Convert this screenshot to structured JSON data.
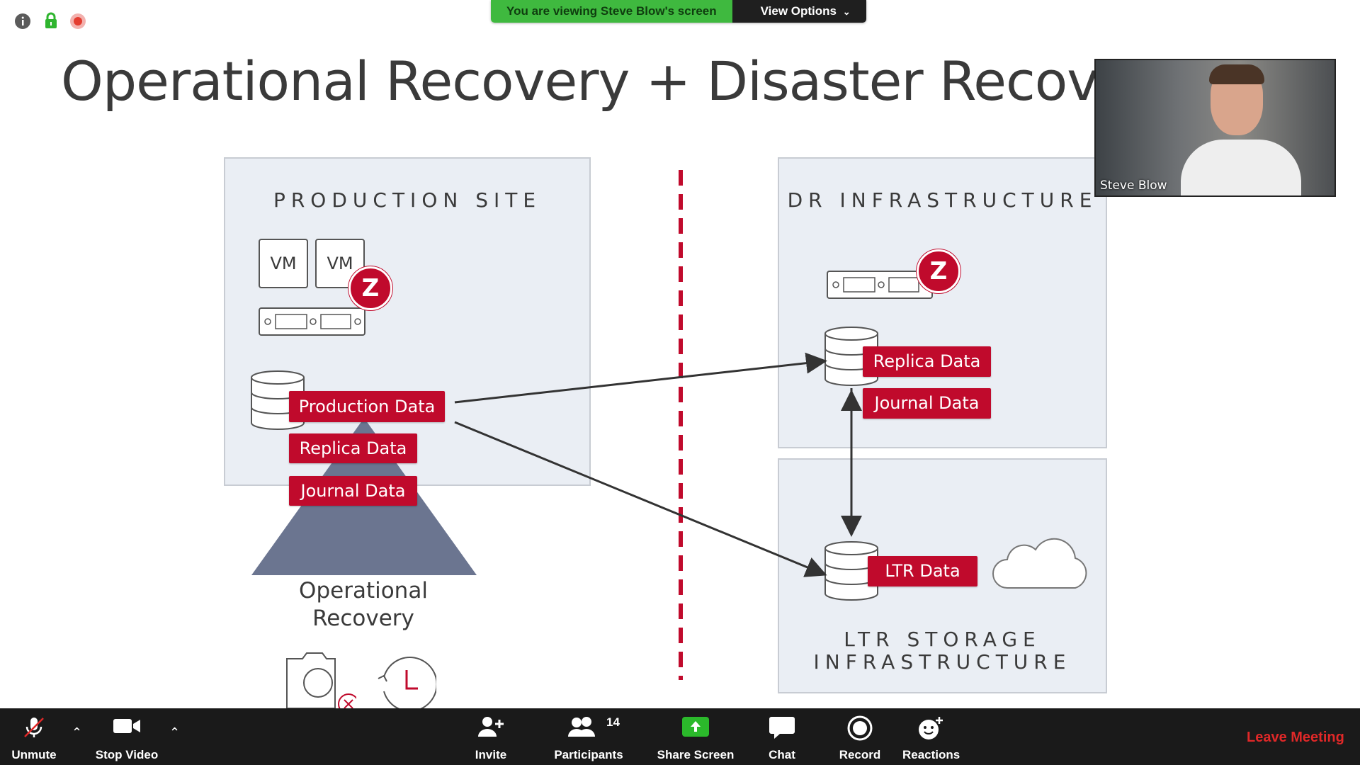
{
  "header": {
    "info_icon": "info-icon",
    "lock_icon": "lock-icon",
    "recording_icon": "recording-indicator-icon",
    "banner_text": "You are viewing Steve Blow's screen",
    "view_options_label": "View Options"
  },
  "slide": {
    "title": "Operational Recovery + Disaster Recovery wit",
    "production_site": {
      "title": "PRODUCTION SITE",
      "vm1": "VM",
      "vm2": "VM",
      "badge": "Z",
      "tags": [
        "Production Data",
        "Replica Data",
        "Journal Data"
      ],
      "pyramid_caption_line1": "Operational",
      "pyramid_caption_line2": "Recovery"
    },
    "dr_infrastructure": {
      "title": "DR INFRASTRUCTURE",
      "badge": "Z",
      "tags": [
        "Replica Data",
        "Journal Data"
      ]
    },
    "ltr_storage": {
      "title_line1": "LTR STORAGE",
      "title_line2": "INFRASTRUCTURE",
      "tag": "LTR Data"
    },
    "colors": {
      "accent": "#c00a2c",
      "panel": "#eaeef4",
      "pyramid": "#6b7590",
      "divider": "#c00a2c"
    }
  },
  "video": {
    "participant_name": "Steve Blow"
  },
  "toolbar": {
    "unmute": "Unmute",
    "stop_video": "Stop Video",
    "invite": "Invite",
    "participants": "Participants",
    "participants_count": "14",
    "share_screen": "Share Screen",
    "chat": "Chat",
    "record": "Record",
    "reactions": "Reactions",
    "leave": "Leave Meeting"
  }
}
